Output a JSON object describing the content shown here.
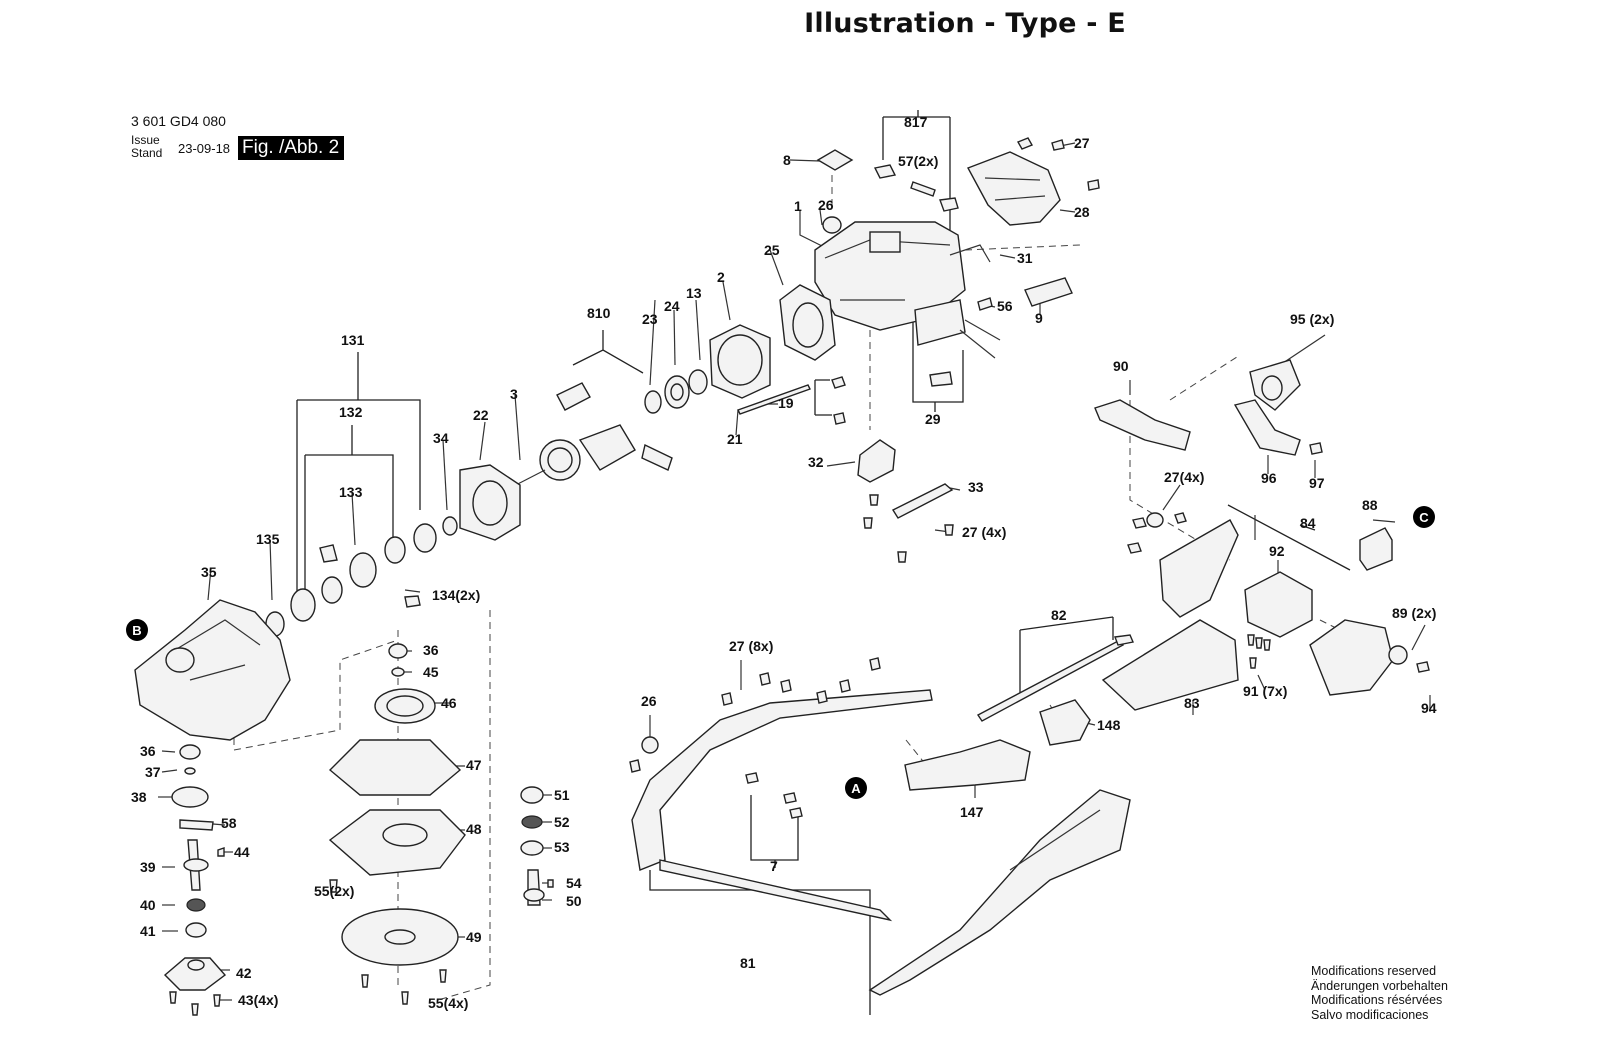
{
  "header": {
    "title": "Illustration - Type - E",
    "doc_number": "3 601 GD4 080",
    "issue_label_1": "Issue",
    "issue_label_2": "Stand",
    "issue_date": "23-09-18",
    "figure": "Fig. /Abb. 2"
  },
  "markers": [
    "A",
    "B",
    "C"
  ],
  "labels": {
    "l817": "817",
    "l27a": "27",
    "l8": "8",
    "l57": "57(2x)",
    "l28": "28",
    "l1": "1",
    "l26a": "26",
    "l31": "31",
    "l25": "25",
    "l2": "2",
    "l56": "56",
    "l9": "9",
    "l810": "810",
    "l24": "24",
    "l13": "13",
    "l23": "23",
    "l95": "95 (2x)",
    "l131": "131",
    "l90": "90",
    "l3": "3",
    "l19": "19",
    "l22": "22",
    "l21": "21",
    "l29": "29",
    "l132": "132",
    "l34": "34",
    "l96": "96",
    "l97": "97",
    "l32": "32",
    "l33": "33",
    "l27b": "27(4x)",
    "l133": "133",
    "l88": "88",
    "l84": "84",
    "l27c": "27 (4x)",
    "l135": "135",
    "l92": "92",
    "l35": "35",
    "l134": "134(2x)",
    "l82": "82",
    "l89": "89 (2x)",
    "l36a": "36",
    "l27d": "27 (8x)",
    "l45": "45",
    "l46": "46",
    "l26b": "26",
    "l91": "91 (7x)",
    "l83": "83",
    "l94": "94",
    "l148": "148",
    "l36b": "36",
    "l47": "47",
    "l37": "37",
    "l38": "38",
    "l51": "51",
    "l58": "58",
    "l52": "52",
    "l147": "147",
    "l48": "48",
    "l44": "44",
    "l53": "53",
    "l39": "39",
    "l7": "7",
    "l55a": "55(2x)",
    "l54": "54",
    "l50": "50",
    "l40": "40",
    "l41": "41",
    "l49": "49",
    "l81": "81",
    "l42": "42",
    "l43": "43(4x)",
    "l55b": "55(4x)"
  },
  "footer": {
    "modifications": [
      "Modifications reserved",
      "Änderungen vorbehalten",
      "Modifications résérvées",
      "Salvo modificaciones"
    ]
  }
}
